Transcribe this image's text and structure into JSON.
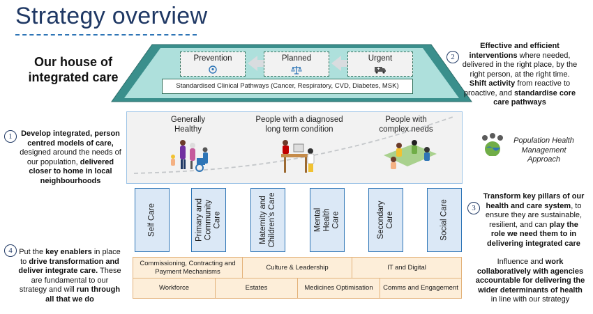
{
  "header": {
    "title": "Strategy overview"
  },
  "house": {
    "subtitle": "Our house of integrated care",
    "phases": [
      {
        "label": "Prevention",
        "icon": "head-icon"
      },
      {
        "label": "Planned",
        "icon": "scales-icon"
      },
      {
        "label": "Urgent",
        "icon": "ambulance-icon"
      }
    ],
    "pathways": "Standardised Clinical Pathways (Cancer, Respiratory, CVD, Diabetes, MSK)",
    "population_groups": [
      {
        "label": "Generally Healthy"
      },
      {
        "label": "People with a diagnosed long term condition"
      },
      {
        "label": "People with complex needs"
      }
    ],
    "pillars": [
      {
        "label": "Self Care"
      },
      {
        "label": "Primary and Community Care"
      },
      {
        "label": "Maternity and Children’s Care"
      },
      {
        "label": "Mental Health Care"
      },
      {
        "label": "Secondary Care"
      },
      {
        "label": "Social Care"
      }
    ],
    "enablers_row1": [
      {
        "label": "Commissioning, Contracting and Payment Mechanisms"
      },
      {
        "label": "Culture & Leadership"
      },
      {
        "label": "IT and Digital"
      }
    ],
    "enablers_row2": [
      {
        "label": "Workforce"
      },
      {
        "label": "Estates"
      },
      {
        "label": "Medicines Optimisation"
      },
      {
        "label": "Comms and Engagement"
      }
    ]
  },
  "population_health": {
    "label": "Population Health Management Approach"
  },
  "points": [
    {
      "num": "1",
      "parts": [
        {
          "t": "Develop integrated, person centred models of care,",
          "b": true
        },
        {
          "t": " designed around the needs of our population, ",
          "b": false
        },
        {
          "t": "delivered closer to home in local neighbourhoods",
          "b": true
        }
      ]
    },
    {
      "num": "2",
      "parts": [
        {
          "t": "Effective and efficient interventions",
          "b": true
        },
        {
          "t": " where needed, delivered in the right place, by the right person, at the right time. ",
          "b": false
        },
        {
          "t": "Shift activity",
          "b": true
        },
        {
          "t": " from reactive to proactive, and ",
          "b": false
        },
        {
          "t": "standardise core care pathways",
          "b": true
        }
      ]
    },
    {
      "num": "3",
      "parts": [
        {
          "t": "Transform key pillars of our health and care system",
          "b": true
        },
        {
          "t": ", to ensure they are sustainable, resilient, and can ",
          "b": false
        },
        {
          "t": "play the role we need them to in delivering integrated care",
          "b": true
        }
      ]
    },
    {
      "num": "4",
      "parts": [
        {
          "t": "Put the ",
          "b": false
        },
        {
          "t": "key enablers",
          "b": true
        },
        {
          "t": " in place to ",
          "b": false
        },
        {
          "t": "drive transformation and deliver integrate care.",
          "b": true
        },
        {
          "t": " These are fundamental to our strategy and will ",
          "b": false
        },
        {
          "t": "run through all that we do",
          "b": true
        }
      ]
    }
  ],
  "influence": {
    "parts": [
      {
        "t": "Influence and ",
        "b": false
      },
      {
        "t": "work collaboratively with agencies accountable for delivering the wider determinants of health",
        "b": true
      },
      {
        "t": " in line with our strategy",
        "b": false
      }
    ]
  }
}
